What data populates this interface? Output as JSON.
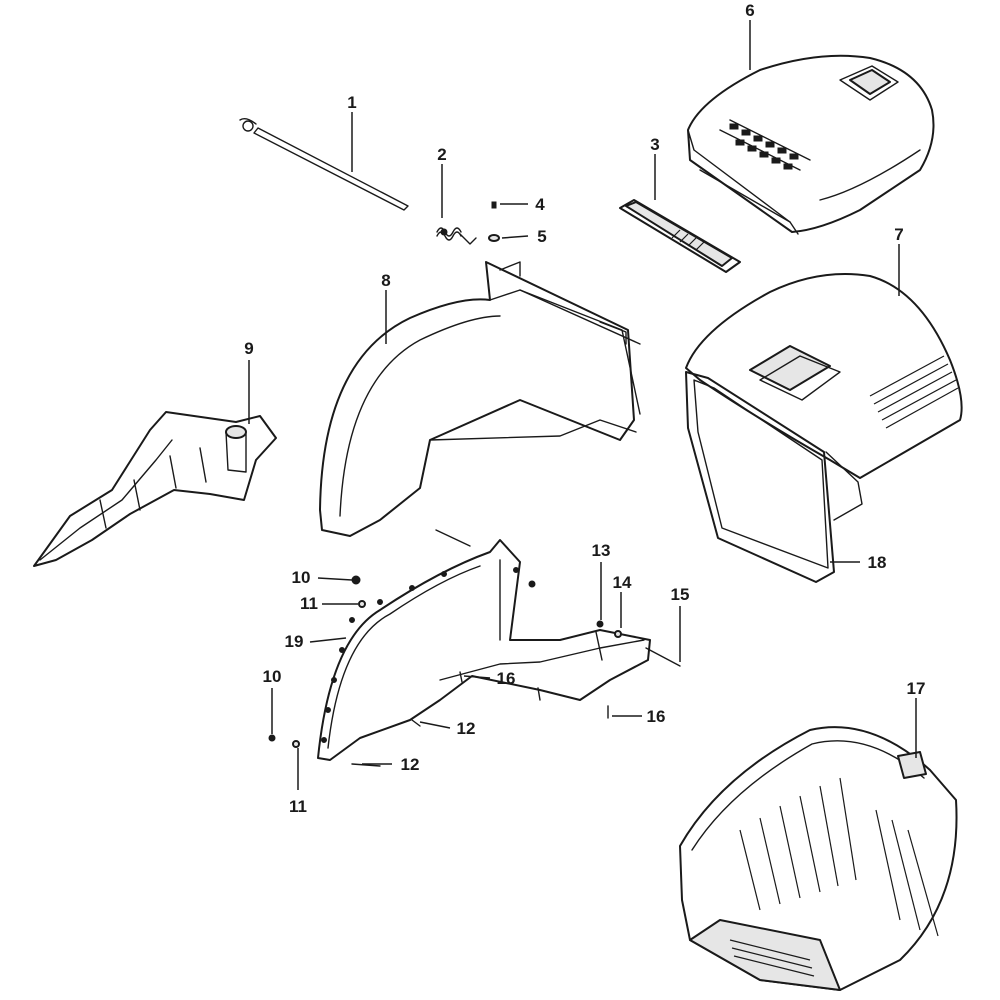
{
  "callouts": [
    {
      "id": "c1",
      "label": "1"
    },
    {
      "id": "c2",
      "label": "2"
    },
    {
      "id": "c3",
      "label": "3"
    },
    {
      "id": "c4",
      "label": "4"
    },
    {
      "id": "c5",
      "label": "5"
    },
    {
      "id": "c6",
      "label": "6"
    },
    {
      "id": "c7",
      "label": "7"
    },
    {
      "id": "c8",
      "label": "8"
    },
    {
      "id": "c9",
      "label": "9"
    },
    {
      "id": "c10a",
      "label": "10"
    },
    {
      "id": "c11a",
      "label": "11"
    },
    {
      "id": "c19",
      "label": "19"
    },
    {
      "id": "c13",
      "label": "13"
    },
    {
      "id": "c14",
      "label": "14"
    },
    {
      "id": "c15",
      "label": "15"
    },
    {
      "id": "c16a",
      "label": "16"
    },
    {
      "id": "c16b",
      "label": "16"
    },
    {
      "id": "c10b",
      "label": "10"
    },
    {
      "id": "c12a",
      "label": "12"
    },
    {
      "id": "c12b",
      "label": "12"
    },
    {
      "id": "c11b",
      "label": "11"
    },
    {
      "id": "c17",
      "label": "17"
    },
    {
      "id": "c18",
      "label": "18"
    }
  ]
}
